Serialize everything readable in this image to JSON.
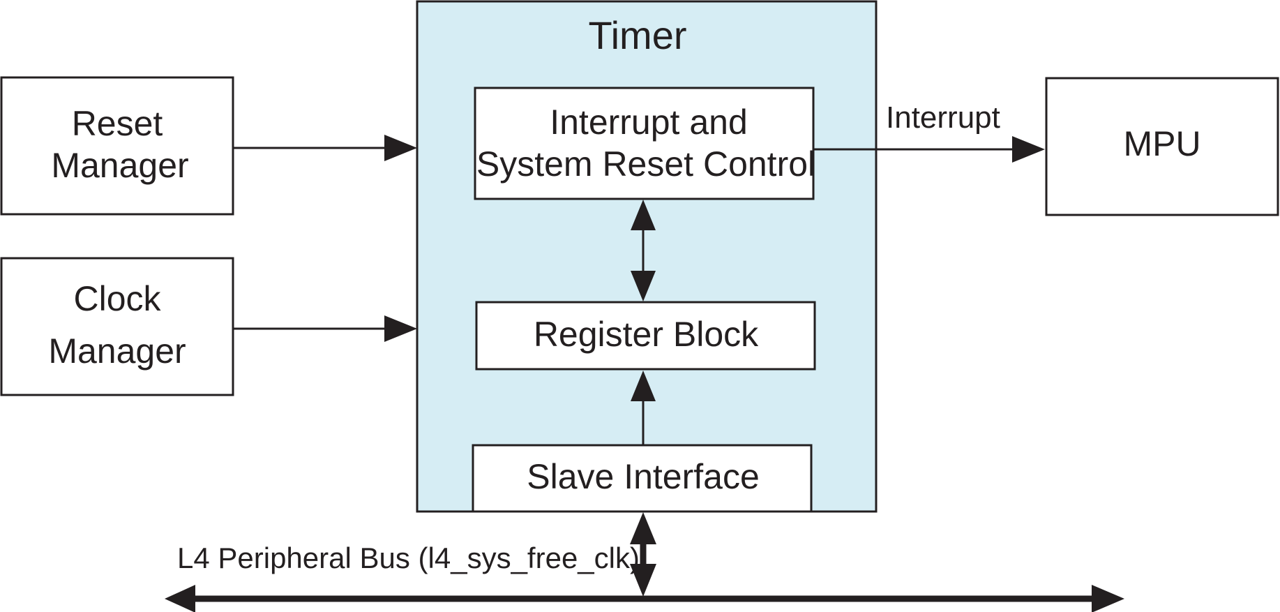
{
  "colors": {
    "stroke": "#231f20",
    "container_fill": "#d6edf4",
    "box_fill": "#ffffff"
  },
  "timer": {
    "title": "Timer"
  },
  "blocks": {
    "reset_manager": [
      "Reset",
      "Manager"
    ],
    "clock_manager": [
      "Clock",
      "Manager"
    ],
    "interrupt_control": [
      "Interrupt and",
      "System Reset Control"
    ],
    "register_block": "Register Block",
    "slave_interface": "Slave Interface",
    "mpu": "MPU"
  },
  "signals": {
    "interrupt": "Interrupt"
  },
  "bus": {
    "label": "L4 Peripheral Bus (l4_sys_free_clk)"
  }
}
